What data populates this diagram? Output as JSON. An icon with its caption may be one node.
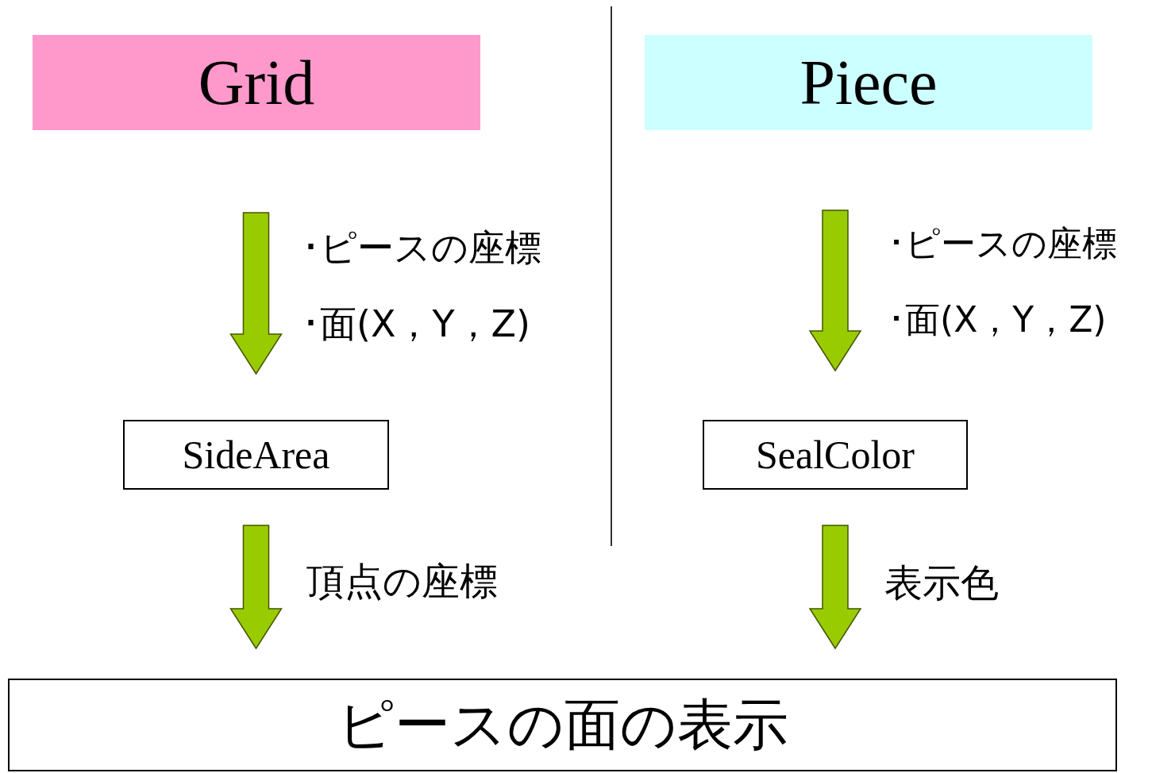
{
  "diagram": {
    "nodes": [
      {
        "text": [
          "Grid"
        ]
      },
      {
        "text": [
          "Piece"
        ]
      },
      {
        "text": [
          "SideArea"
        ]
      },
      {
        "text": [
          "SealColor"
        ]
      },
      {
        "text": [
          "ピースの面の表示"
        ]
      }
    ],
    "edges": [
      {
        "from": 0,
        "to": 2,
        "arrow": "to",
        "style": "thick"
      },
      {
        "from": 2,
        "to": 4,
        "arrow": "to",
        "style": "thick"
      },
      {
        "from": 1,
        "to": 3,
        "arrow": "to",
        "style": "thick"
      },
      {
        "from": 3,
        "to": 4,
        "arrow": "to",
        "style": "thick"
      }
    ],
    "labels": [
      "･ピースの座標",
      "･面(X，Y，Z)",
      "･ピースの座標",
      "･面(X，Y，Z)",
      "頂点の座標",
      "表示色"
    ]
  }
}
